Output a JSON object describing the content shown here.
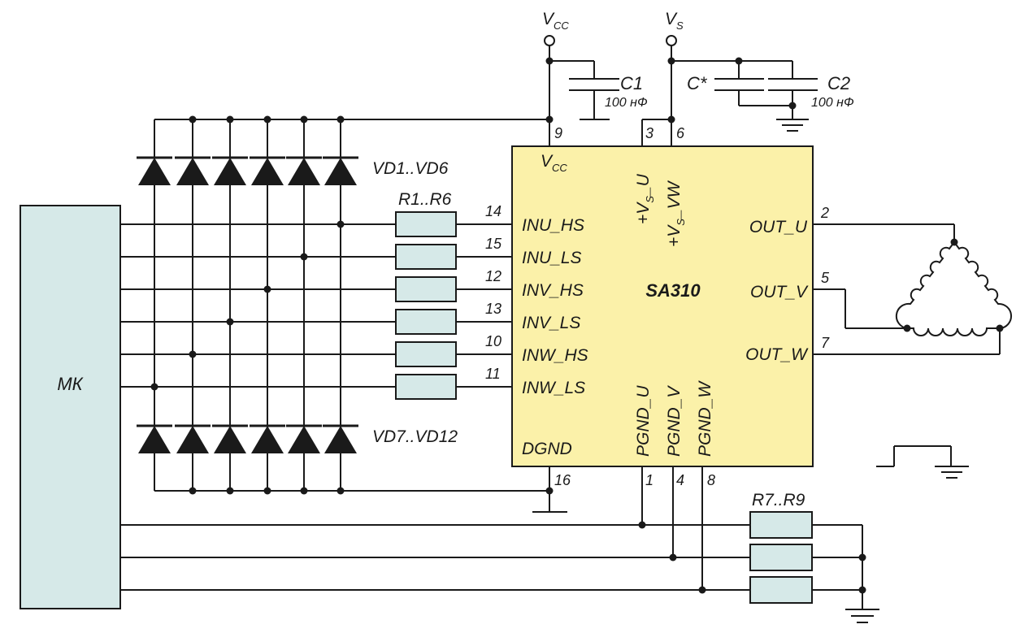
{
  "colors": {
    "wire": "#1a1a1a",
    "ic_fill": "#fbf1a9",
    "block_fill": "#d6e9e8"
  },
  "mcu": {
    "label": "МК"
  },
  "ic": {
    "name": "SA310",
    "pins_left": [
      {
        "num": "14",
        "label": "INU_HS"
      },
      {
        "num": "15",
        "label": "INU_LS"
      },
      {
        "num": "12",
        "label": "INV_HS"
      },
      {
        "num": "13",
        "label": "INV_LS"
      },
      {
        "num": "10",
        "label": "INW_HS"
      },
      {
        "num": "11",
        "label": "INW_LS"
      }
    ],
    "pins_right": [
      {
        "num": "2",
        "label": "OUT_U"
      },
      {
        "num": "5",
        "label": "OUT_V"
      },
      {
        "num": "7",
        "label": "OUT_W"
      }
    ],
    "pins_top": [
      {
        "num": "9",
        "label_main": "V",
        "label_sub": "CC"
      },
      {
        "num": "3",
        "label_pre": "+V",
        "label_sub": "S",
        "label_post": "_U"
      },
      {
        "num": "6",
        "label_pre": "+V",
        "label_sub": "S",
        "label_post": "_VW"
      }
    ],
    "pins_bottom": [
      {
        "num": "16",
        "label": "DGND"
      },
      {
        "num": "1",
        "label": "PGND_U"
      },
      {
        "num": "4",
        "label": "PGND_V"
      },
      {
        "num": "8",
        "label": "PGND_W"
      }
    ]
  },
  "rails": {
    "vcc": {
      "main": "V",
      "sub": "CC"
    },
    "vs": {
      "main": "V",
      "sub": "S"
    }
  },
  "capacitors": {
    "c1": {
      "name": "C1",
      "value": "100 нФ"
    },
    "c_star": {
      "name": "C*"
    },
    "c2": {
      "name": "C2",
      "value": "100 нФ"
    }
  },
  "diodes": {
    "top_group": "VD1..VD6",
    "bottom_group": "VD7..VD12"
  },
  "resistors": {
    "input_group": "R1..R6",
    "shunt_group": "R7..R9"
  }
}
